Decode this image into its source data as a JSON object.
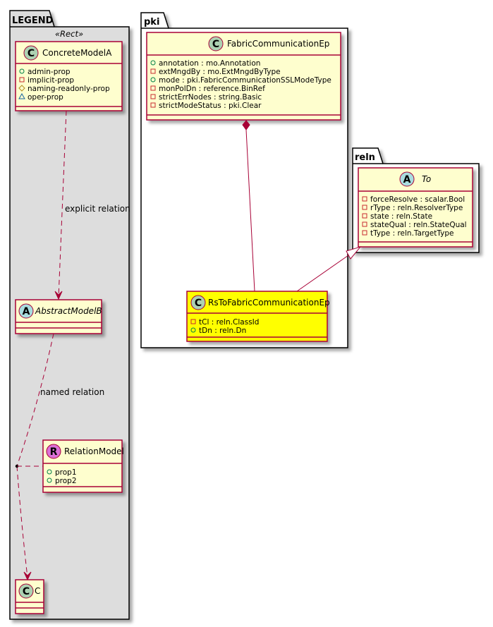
{
  "colors": {
    "class_fill": "#FEFECE",
    "class_border": "#A80036",
    "highlight_fill": "#FFFF00",
    "legend_fill": "#DDDDDD",
    "package_fill": "#FFFFFF",
    "circle_class": "#ADD1B2",
    "circle_abstract": "#A9DCDF",
    "circle_relation": "#DA70D6",
    "vis_public": "#038048",
    "vis_private": "#C82930",
    "vis_protected": "#B38D22",
    "vis_package": "#1963A0",
    "edge": "#A80036"
  },
  "legend": {
    "package_name": "LEGEND",
    "stereotype": "«Rect»",
    "concrete": {
      "kind_letter": "C",
      "name": "ConcreteModelA",
      "attributes": [
        {
          "visibility": "public",
          "text": "admin-prop"
        },
        {
          "visibility": "private",
          "text": "implicit-prop"
        },
        {
          "visibility": "protected",
          "text": "naming-readonly-prop"
        },
        {
          "visibility": "package",
          "text": "oper-prop"
        }
      ]
    },
    "abstract": {
      "kind_letter": "A",
      "name": "AbstractModelB"
    },
    "relation_model": {
      "kind_letter": "R",
      "name": "RelationModel",
      "attributes": [
        {
          "visibility": "public",
          "text": "prop1"
        },
        {
          "visibility": "public",
          "text": "prop2"
        }
      ]
    },
    "target": {
      "kind_letter": "C",
      "name": "C"
    },
    "explicit_relation_label": "explicit relation",
    "named_relation_label": "named relation"
  },
  "pki": {
    "package_name": "pki",
    "fabric": {
      "kind_letter": "C",
      "name": "FabricCommunicationEp",
      "attributes": [
        {
          "visibility": "public",
          "text": "annotation : mo.Annotation"
        },
        {
          "visibility": "private",
          "text": "extMngdBy : mo.ExtMngdByType"
        },
        {
          "visibility": "public",
          "text": "mode : pki.FabricCommunicationSSLModeType"
        },
        {
          "visibility": "private",
          "text": "monPolDn : reference.BinRef"
        },
        {
          "visibility": "private",
          "text": "strictErrNodes : string.Basic"
        },
        {
          "visibility": "private",
          "text": "strictModeStatus : pki.Clear"
        }
      ]
    },
    "rs": {
      "kind_letter": "C",
      "name": "RsToFabricCommunicationEp",
      "attributes": [
        {
          "visibility": "private",
          "text": "tCl : reln.ClassId"
        },
        {
          "visibility": "public",
          "text": "tDn : reln.Dn"
        }
      ]
    }
  },
  "reln": {
    "package_name": "reln",
    "to": {
      "kind_letter": "A",
      "name": "To",
      "attributes": [
        {
          "visibility": "private",
          "text": "forceResolve : scalar.Bool"
        },
        {
          "visibility": "private",
          "text": "rType : reln.ResolverType"
        },
        {
          "visibility": "private",
          "text": "state : reln.State"
        },
        {
          "visibility": "private",
          "text": "stateQual : reln.StateQual"
        },
        {
          "visibility": "private",
          "text": "tType : reln.TargetType"
        }
      ]
    }
  }
}
